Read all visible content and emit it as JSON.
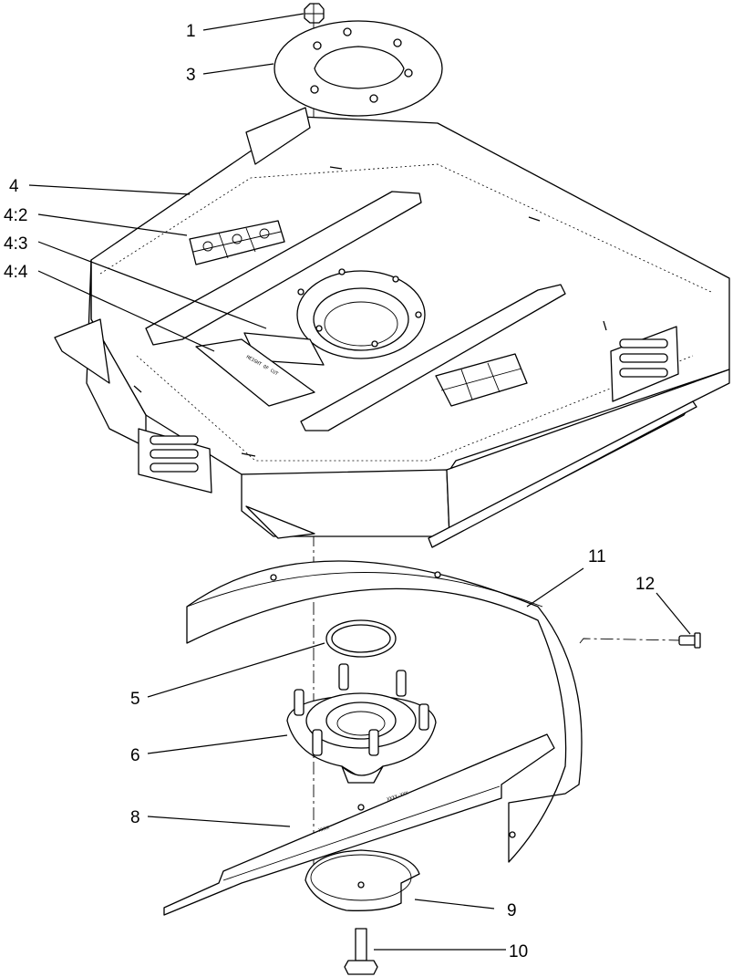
{
  "callouts": [
    {
      "id": "c1",
      "text": "1"
    },
    {
      "id": "c3",
      "text": "3"
    },
    {
      "id": "c4",
      "text": "4"
    },
    {
      "id": "c4_2",
      "text": "4:2"
    },
    {
      "id": "c4_3",
      "text": "4:3"
    },
    {
      "id": "c4_4",
      "text": "4:4"
    },
    {
      "id": "c5",
      "text": "5"
    },
    {
      "id": "c6",
      "text": "6"
    },
    {
      "id": "c8",
      "text": "8"
    },
    {
      "id": "c9",
      "text": "9"
    },
    {
      "id": "c10",
      "text": "10"
    },
    {
      "id": "c11",
      "text": "11"
    },
    {
      "id": "c12",
      "text": "12"
    }
  ],
  "decal_text": {
    "height_of_cut": "HEIGHT OF CUT",
    "blade_marking_a": "XXXX",
    "blade_marking_b": "XXXX-XXX"
  }
}
